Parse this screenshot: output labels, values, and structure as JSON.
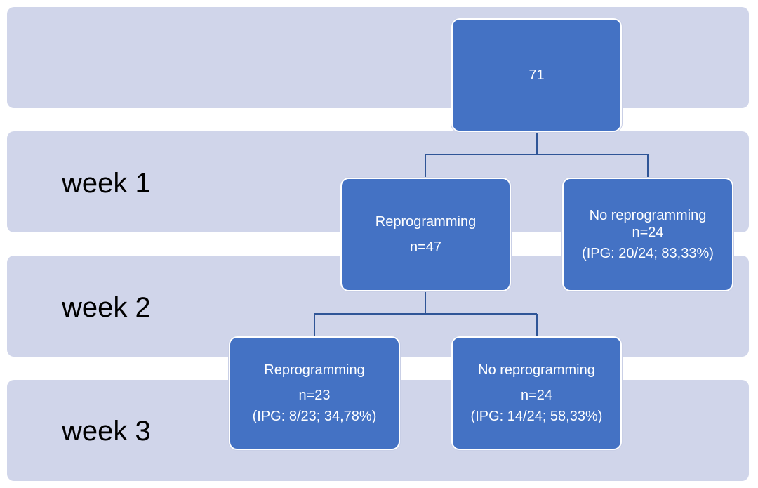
{
  "bands": [
    {
      "label": ""
    },
    {
      "label": "week 1"
    },
    {
      "label": "week 2"
    },
    {
      "label": "week 3"
    }
  ],
  "nodes": {
    "root": {
      "line1": "71"
    },
    "week1_reprogramming": {
      "line1": "Reprogramming",
      "line2": "n=47"
    },
    "week1_no_reprogramming": {
      "line1": "No reprogramming",
      "line2": "n=24",
      "line3": "(IPG: 20/24; 83,33%)"
    },
    "week2_reprogramming": {
      "line1": "Reprogramming",
      "line2": "n=23",
      "line3": "(IPG: 8/23; 34,78%)"
    },
    "week2_no_reprogramming": {
      "line1": "No reprogramming",
      "line2": "n=24",
      "line3": "(IPG: 14/24; 58,33%)"
    }
  },
  "colors": {
    "band": "#d0d5ea",
    "node": "#4472c4",
    "connector": "#2f5597"
  }
}
